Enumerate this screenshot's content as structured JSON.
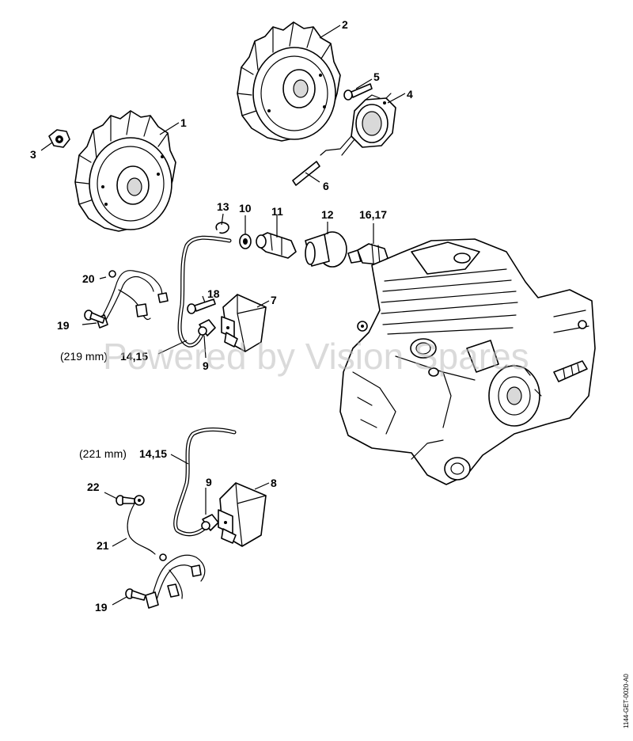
{
  "watermark": "Powered by Vision Spares",
  "drawing_code": "1144-GET-0020-A0",
  "callouts": {
    "c1": "1",
    "c2": "2",
    "c3": "3",
    "c4": "4",
    "c5": "5",
    "c6": "6",
    "c7": "7",
    "c8": "8",
    "c9a": "9",
    "c9b": "9",
    "c10": "10",
    "c11": "11",
    "c12": "12",
    "c13": "13",
    "c1617": "16,17",
    "c18": "18",
    "c19a": "19",
    "c19b": "19",
    "c20": "20",
    "c21": "21",
    "c22": "22",
    "c1415a_len": "(219 mm)",
    "c1415a": "14,15",
    "c1415b_len": "(221 mm)",
    "c1415b": "14,15"
  }
}
